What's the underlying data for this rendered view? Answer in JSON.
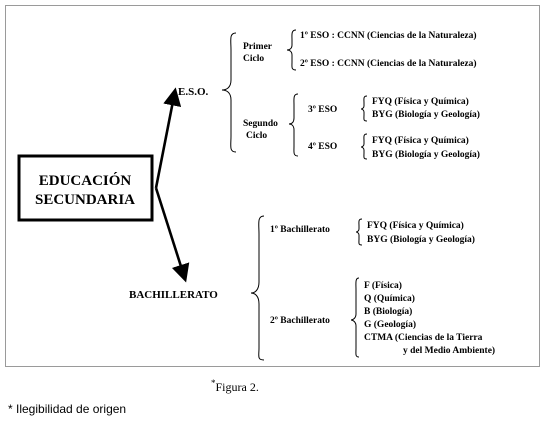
{
  "diagram": {
    "root": {
      "line1": "EDUCACIÓN",
      "line2": "SECUNDARIA"
    },
    "eso": {
      "label": "E.S.O.",
      "primer_ciclo": {
        "line1": "Primer",
        "line2": "Ciclo"
      },
      "segundo_ciclo": {
        "line1": "Segundo",
        "line2": "Ciclo"
      },
      "items_primer": [
        "1º ESO : CCNN (Ciencias de la Naturaleza)",
        "2º ESO : CCNN (Ciencias de la Naturaleza)"
      ],
      "tercero": {
        "label": "3º ESO",
        "subjects": [
          "FYQ (Física y Química)",
          "BYG (Biología y Geología)"
        ]
      },
      "cuarto": {
        "label": "4º ESO",
        "subjects": [
          "FYQ (Física y Química)",
          "BYG (Biología y Geología)"
        ]
      }
    },
    "bachillerato": {
      "label": "BACHILLERATO",
      "primero": {
        "label": "1º Bachillerato",
        "subjects": [
          "FYQ (Física y Química)",
          "BYG (Biología y Geología)"
        ]
      },
      "segundo": {
        "label": "2º Bachillerato",
        "subjects": [
          "F (Física)",
          "Q (Química)",
          "B (Biología)",
          "G (Geología)",
          "CTMA (Ciencias de la Tierra"
        ],
        "subject_cont": "y del Medio Ambiente)"
      }
    }
  },
  "caption": {
    "marker": "*",
    "text": "Figura 2."
  },
  "footnote": "* Ilegibilidad de origen"
}
